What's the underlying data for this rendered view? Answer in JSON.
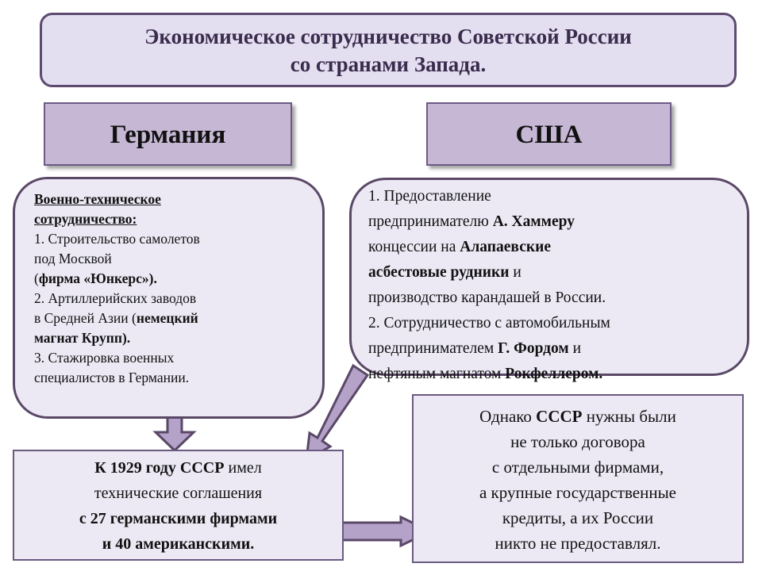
{
  "title": {
    "line1": "Экономическое сотрудничество Советской России",
    "line2": "со странами Запада."
  },
  "germany": {
    "header": "Германия",
    "heading1": "Военно-техническое ",
    "heading2": "сотрудничество:",
    "l1": "1.    Строительство самолетов",
    "l2": "под Москвой",
    "l3a": "(",
    "l3b": "фирма «Юнкерс»).",
    "l4": "2. Артиллерийских заводов",
    "l5a": "в Средней Азии (",
    "l5b": "немецкий",
    "l6": "магнат Крупп).",
    "l7": "3. Стажировка военных",
    "l8": "специалистов в Германии."
  },
  "usa": {
    "header": "США",
    "l1": "1.   Предоставление",
    "l2a": "предпринимателю ",
    "l2b": "А. Хаммеру",
    "l3a": "концессии на ",
    "l3b": "Алапаевские",
    "l4a": "асбестовые рудники",
    "l4b": " и",
    "l5": "производство карандашей в России.",
    "l6": "2. Сотрудничество с автомобильным",
    "l7a": "предпринимателем ",
    "l7b": "Г. Фордом",
    "l7c": " и",
    "l8a": "нефтяным магнатом ",
    "l8b": "Рокфеллером."
  },
  "result": {
    "l1a": "К 1929 году СССР",
    "l1b": " имел",
    "l2": "технические соглашения",
    "l3": "с 27 германскими фирмами",
    "l4": "и 40 американскими."
  },
  "however": {
    "l1a": "Однако ",
    "l1b": "СССР",
    "l1c": " нужны были",
    "l2": "не только договора",
    "l3": "с отдельными фирмами,",
    "l4": "а крупные государственные",
    "l5": "кредиты, а их России",
    "l6": "никто не предоставлял."
  },
  "colors": {
    "frame": "#5e4a70",
    "header_fill": "#c6b7d4",
    "box_fill": "#ece9f4",
    "arrow_fill": "#b5a2c8"
  }
}
